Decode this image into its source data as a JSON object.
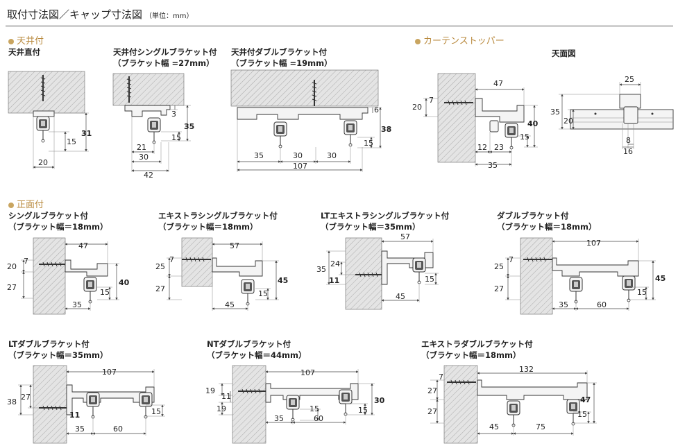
{
  "header": {
    "title": "取付寸法図／キャップ寸法図",
    "unit": "（単位：mm）"
  },
  "sections": {
    "ceiling": "天井付",
    "stopper": "カーテンストッパー",
    "front": "正面付"
  },
  "d": {
    "d1": {
      "title": [
        "天井直付"
      ],
      "dims": [
        "31",
        "15",
        "20"
      ]
    },
    "d2": {
      "title": [
        "天井付シングルブラケット付",
        "（ブラケット幅 =27mm）"
      ],
      "dims": [
        "3",
        "35",
        "15",
        "21",
        "30",
        "42"
      ]
    },
    "d3": {
      "title": [
        "天井付ダブルブラケット付",
        "（ブラケット幅 =19mm）"
      ],
      "dims": [
        "6",
        "38",
        "15",
        "35",
        "30",
        "30",
        "107"
      ]
    },
    "d4": {
      "title": [],
      "dims": [
        "47",
        "20",
        "7",
        "40",
        "15",
        "12",
        "23",
        "35"
      ]
    },
    "d5": {
      "title": [
        "天面図"
      ],
      "dims": [
        "25",
        "35",
        "20",
        "8",
        "16"
      ]
    },
    "d6": {
      "title": [
        "シングルブラケット付",
        "（ブラケット幅＝18mm）"
      ],
      "dims": [
        "47",
        "20",
        "7",
        "27",
        "40",
        "15",
        "35"
      ]
    },
    "d7": {
      "title": [
        "エキストラシングルブラケット付",
        "（ブラケット幅＝18mm）"
      ],
      "dims": [
        "57",
        "7",
        "25",
        "27",
        "45",
        "15",
        "45"
      ]
    },
    "d8": {
      "title": [
        "LTエキストラシングルブラケット付",
        "（ブラケット幅＝35mm）"
      ],
      "dims": [
        "57",
        "35",
        "24",
        "11",
        "15",
        "45"
      ]
    },
    "d9": {
      "title": [
        "ダブルブラケット付",
        "（ブラケット幅＝18mm）"
      ],
      "dims": [
        "107",
        "7",
        "25",
        "27",
        "45",
        "15",
        "35",
        "60"
      ]
    },
    "d10": {
      "title": [
        "LTダブルブラケット付",
        "（ブラケット幅＝35mm）"
      ],
      "dims": [
        "107",
        "38",
        "27",
        "11",
        "15",
        "35",
        "60"
      ]
    },
    "d11": {
      "title": [
        "NTダブルブラケット付",
        "（ブラケット幅＝44mm）"
      ],
      "dims": [
        "107",
        "19",
        "11",
        "19",
        "15",
        "30",
        "15",
        "35",
        "60"
      ]
    },
    "d12": {
      "title": [
        "エキストラダブルブラケット付",
        "（ブラケット幅＝18mm）"
      ],
      "dims": [
        "132",
        "7",
        "27",
        "27",
        "47",
        "15",
        "45",
        "75"
      ]
    }
  }
}
